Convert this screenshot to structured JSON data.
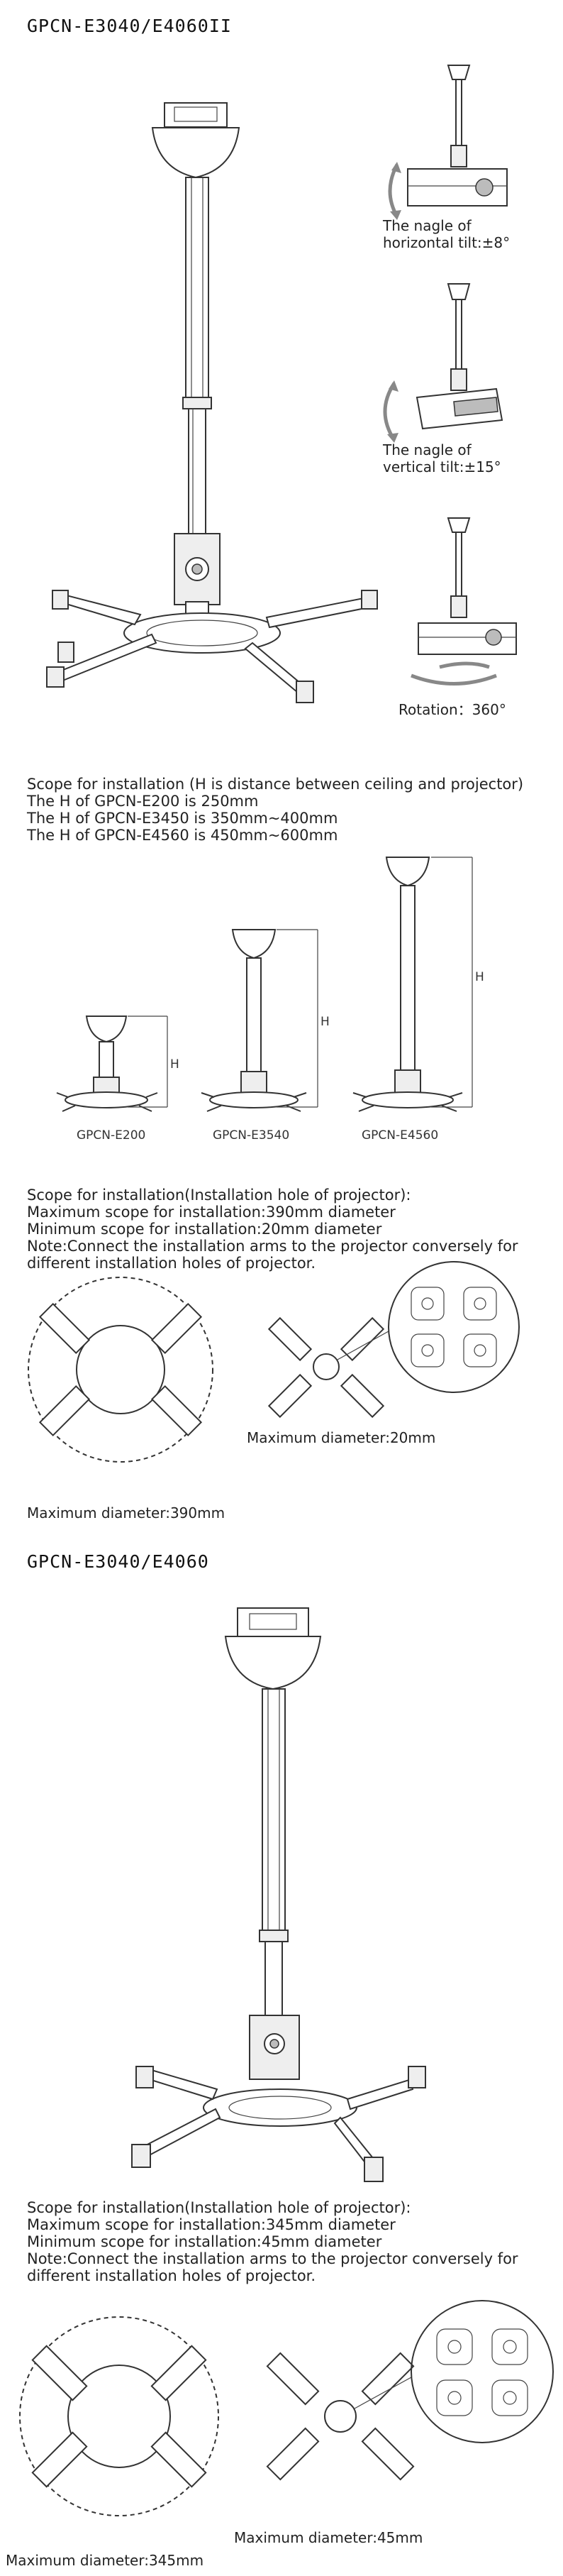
{
  "section1": {
    "title": "GPCN-E3040/E4060II",
    "horizontal_tilt": {
      "line1": "The nagle of",
      "line2": "horizontal tilt:±8°"
    },
    "vertical_tilt": {
      "line1": "The nagle of",
      "line2": "vertical tilt:±15°"
    },
    "rotation": "Rotation：360°"
  },
  "scope_h": {
    "lines": [
      "Scope for installation (H is distance between ceiling and projector)",
      "The H of GPCN-E200 is 250mm",
      "The H of GPCN-E3450 is 350mm~400mm",
      "The H of GPCN-E4560 is 450mm~600mm"
    ],
    "models": [
      "GPCN-E200",
      "GPCN-E3540",
      "GPCN-E4560"
    ],
    "h_label": "H"
  },
  "scope_hole1": {
    "lines": [
      "Scope for installation(Installation hole of projector):",
      "Maximum scope for installation:390mm diameter",
      "Minimum scope for installation:20mm diameter",
      "Note:Connect the installation arms to the projector conversely for",
      "different installation holes of projector."
    ],
    "max_diameter": "Maximum diameter:390mm",
    "min_diameter": "Maximum diameter:20mm"
  },
  "section2": {
    "title": "GPCN-E3040/E4060"
  },
  "scope_hole2": {
    "lines": [
      "Scope for installation(Installation hole of projector):",
      "Maximum scope for installation:345mm diameter",
      "Minimum scope for installation:45mm diameter",
      "Note:Connect the installation arms to the projector conversely for",
      "different installation holes of projector."
    ],
    "max_diameter": "Maximum diameter:345mm",
    "min_diameter": "Maximum diameter:45mm"
  }
}
